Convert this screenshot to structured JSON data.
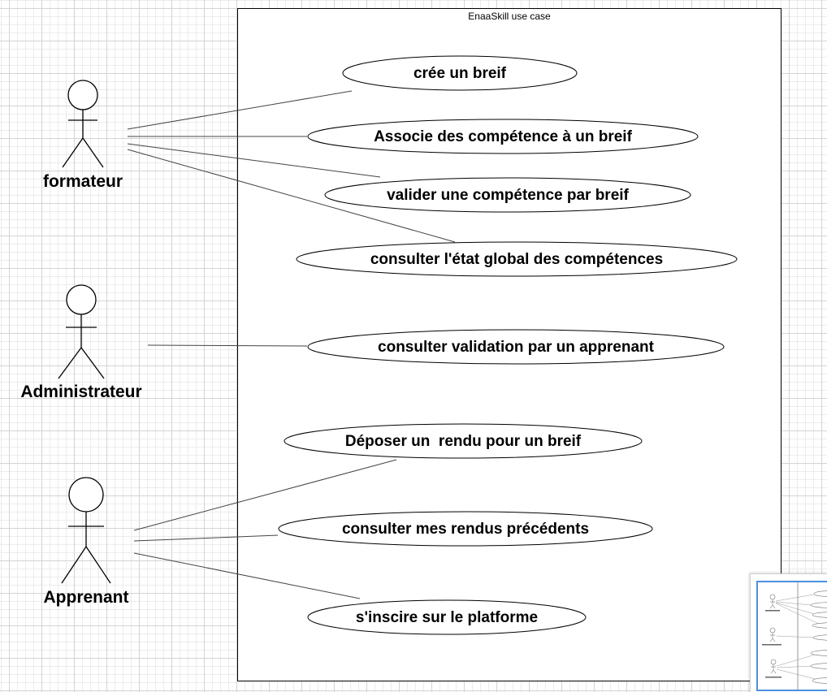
{
  "diagram": {
    "system_title": "EnaaSkill use case",
    "actors": [
      {
        "id": "formateur",
        "label": "formateur"
      },
      {
        "id": "administrateur",
        "label": "Administrateur"
      },
      {
        "id": "apprenant",
        "label": "Apprenant"
      }
    ],
    "use_cases": [
      {
        "id": "uc1",
        "label": "crée un breif"
      },
      {
        "id": "uc2",
        "label": "Associe des compétence à un breif"
      },
      {
        "id": "uc3",
        "label": "valider une compétence par breif"
      },
      {
        "id": "uc4",
        "label": "consulter l'état global des compétences"
      },
      {
        "id": "uc5",
        "label": "consulter validation par un apprenant"
      },
      {
        "id": "uc6",
        "label": "Déposer un  rendu pour un breif"
      },
      {
        "id": "uc7",
        "label": "consulter mes rendus précédents"
      },
      {
        "id": "uc8",
        "label": "s'inscire sur le platforme"
      }
    ],
    "associations": [
      {
        "actor": "formateur",
        "use_case": "uc1"
      },
      {
        "actor": "formateur",
        "use_case": "uc2"
      },
      {
        "actor": "formateur",
        "use_case": "uc3"
      },
      {
        "actor": "formateur",
        "use_case": "uc4"
      },
      {
        "actor": "administrateur",
        "use_case": "uc5"
      },
      {
        "actor": "apprenant",
        "use_case": "uc6"
      },
      {
        "actor": "apprenant",
        "use_case": "uc7"
      },
      {
        "actor": "apprenant",
        "use_case": "uc8"
      }
    ]
  },
  "colors": {
    "line": "#000000",
    "connector": "#444444",
    "minimap_frame": "#4a90e2"
  }
}
